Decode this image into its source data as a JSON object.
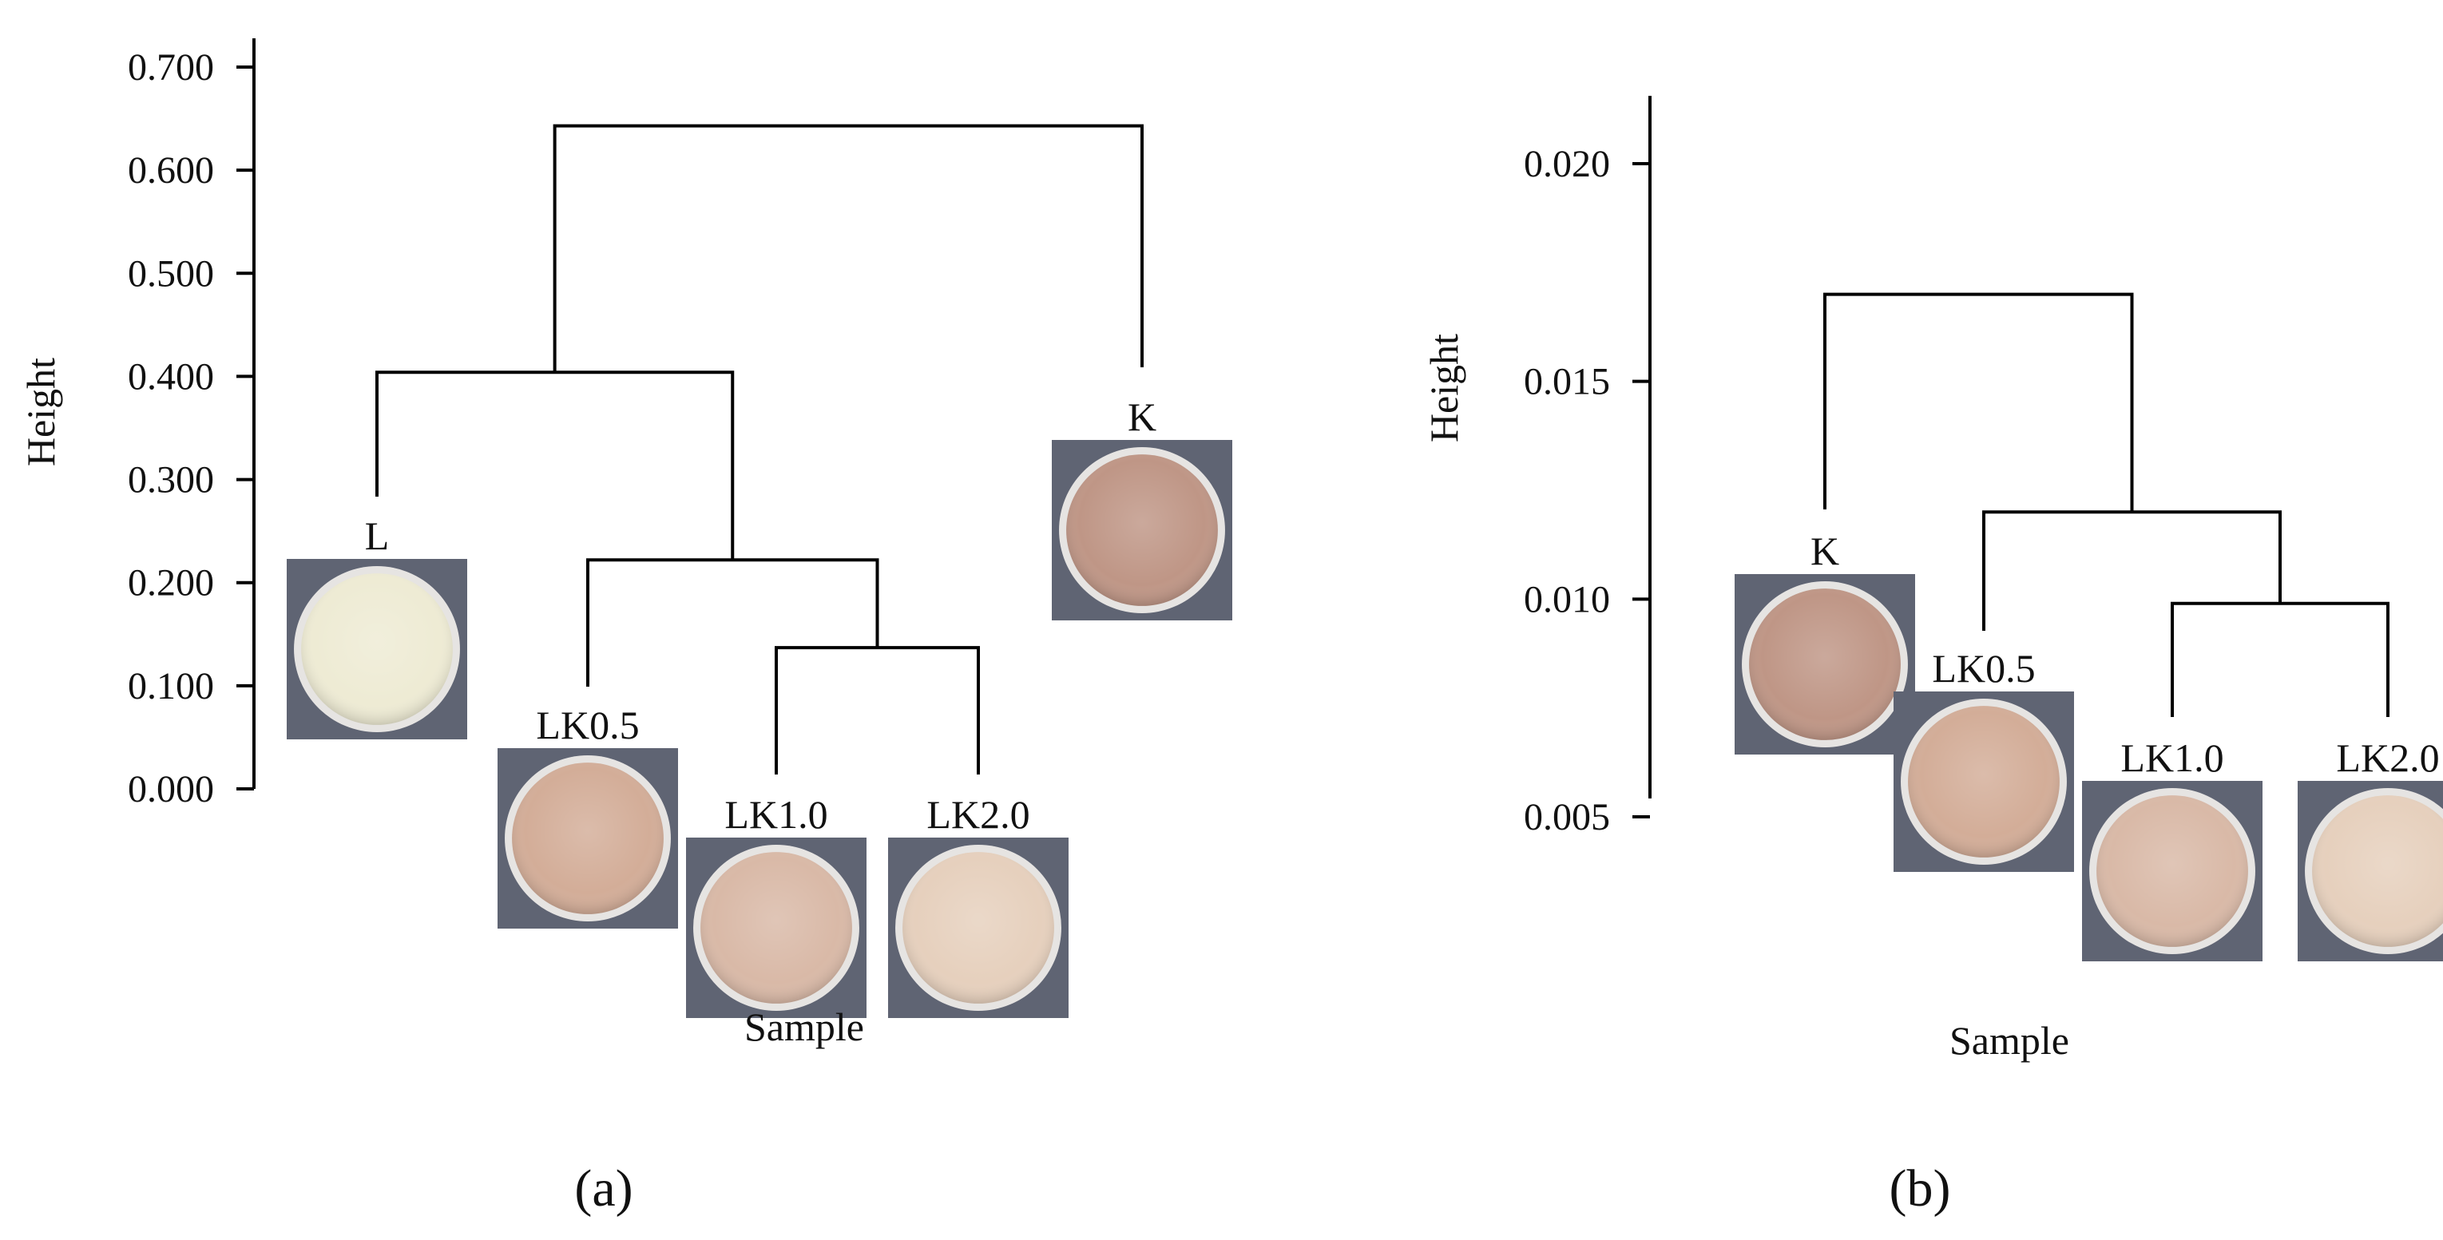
{
  "colors": {
    "photo_background": "#5f6473",
    "dish_rim": "#e6e4e2",
    "line": "#000000"
  },
  "chart_data": [
    {
      "type": "dendrogram",
      "panel_label": "(a)",
      "xlabel": "Sample",
      "ylabel": "Height",
      "ylim": [
        0.0,
        0.72
      ],
      "yticks": [
        "0.000",
        "0.100",
        "0.200",
        "0.300",
        "0.400",
        "0.500",
        "0.600",
        "0.700"
      ],
      "ytick_values": [
        0,
        0.1,
        0.2,
        0.3,
        0.4,
        0.5,
        0.6,
        0.7
      ],
      "grid": false,
      "leaves": [
        {
          "name": "L",
          "color": "#eeebd4"
        },
        {
          "name": "LK0.5",
          "color": "#d3ad98"
        },
        {
          "name": "LK1.0",
          "color": "#d9b9a7"
        },
        {
          "name": "LK2.0",
          "color": "#e6d0bd"
        },
        {
          "name": "K",
          "color": "#bf9686"
        }
      ],
      "merges": [
        {
          "left": "LK1.0",
          "right": "LK2.0",
          "height": 0.137
        },
        {
          "left": "LK0.5",
          "right": "LK1.0+LK2.0",
          "height": 0.222
        },
        {
          "left": "L",
          "right": "LK0.5+LK1.0+LK2.0",
          "height": 0.404
        },
        {
          "left": "L+LK0.5+LK1.0+LK2.0",
          "right": "K",
          "height": 0.643
        }
      ]
    },
    {
      "type": "dendrogram",
      "panel_label": "(b)",
      "xlabel": "Sample",
      "ylabel": "Height",
      "ylim": [
        0.005,
        0.0215
      ],
      "yticks": [
        "0.005",
        "0.010",
        "0.015",
        "0.020"
      ],
      "ytick_values": [
        0.005,
        0.01,
        0.015,
        0.02
      ],
      "grid": false,
      "leaves": [
        {
          "name": "K",
          "color": "#bf9686"
        },
        {
          "name": "LK0.5",
          "color": "#d3ad98"
        },
        {
          "name": "LK1.0",
          "color": "#d9b9a7"
        },
        {
          "name": "LK2.0",
          "color": "#e6d0bd"
        }
      ],
      "merges": [
        {
          "left": "LK1.0",
          "right": "LK2.0",
          "height": 0.0099
        },
        {
          "left": "LK0.5",
          "right": "LK1.0+LK2.0",
          "height": 0.012
        },
        {
          "left": "K",
          "right": "LK0.5+LK1.0+LK2.0",
          "height": 0.017
        }
      ]
    }
  ]
}
